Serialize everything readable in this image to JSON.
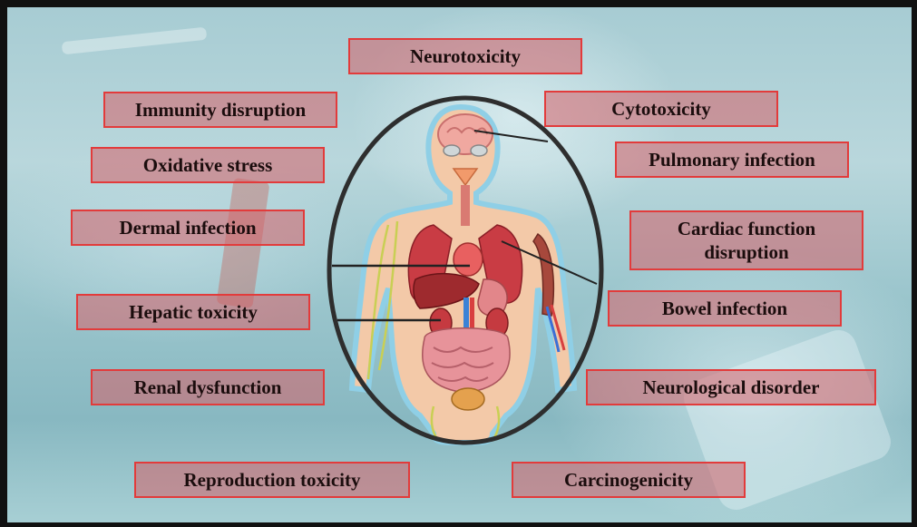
{
  "labels": {
    "neurotoxicity": "Neurotoxicity",
    "immunity": "Immunity disruption",
    "cytotoxicity": "Cytotoxicity",
    "oxidative": "Oxidative stress",
    "pulmonary": "Pulmonary infection",
    "dermal": "Dermal infection",
    "cardiac_line1": "Cardiac function",
    "cardiac_line2": "disruption",
    "hepatic": "Hepatic toxicity",
    "bowel": "Bowel infection",
    "renal": "Renal dysfunction",
    "neurological": "Neurological disorder",
    "reproduction": "Reproduction toxicity",
    "carcinogenicity": "Carcinogenicity"
  },
  "colors": {
    "label_border": "#e23b3b",
    "label_fill": "#d66068",
    "frame": "#111111",
    "ellipse": "#2e2e2e",
    "background": "#a7ccd3"
  }
}
